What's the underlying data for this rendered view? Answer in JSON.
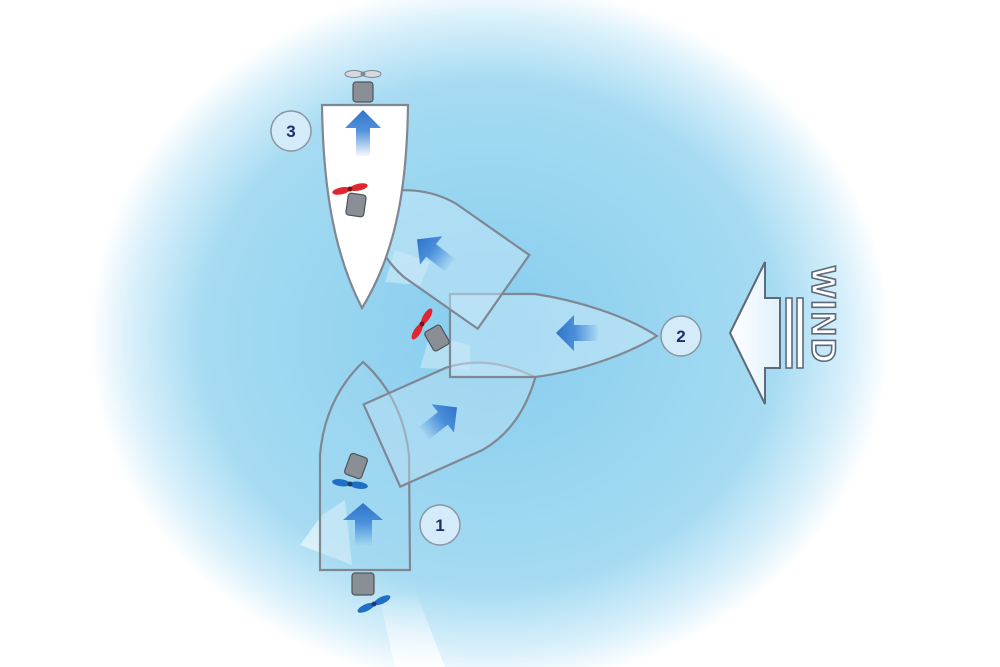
{
  "diagram": {
    "wind_label": "WIND",
    "steps": [
      {
        "label": "1",
        "prop_color": "#1f6fc4",
        "boat": "hollow"
      },
      {
        "label": "2",
        "prop_color": "#e0262e",
        "boat": "translucent"
      },
      {
        "label": "3",
        "prop_color": "#e0262e",
        "boat": "white"
      }
    ],
    "colors": {
      "water": "#8fd0ee",
      "arrow": "#3f86d8",
      "outline": "#7f8793",
      "motor": "#8a8f96"
    }
  }
}
